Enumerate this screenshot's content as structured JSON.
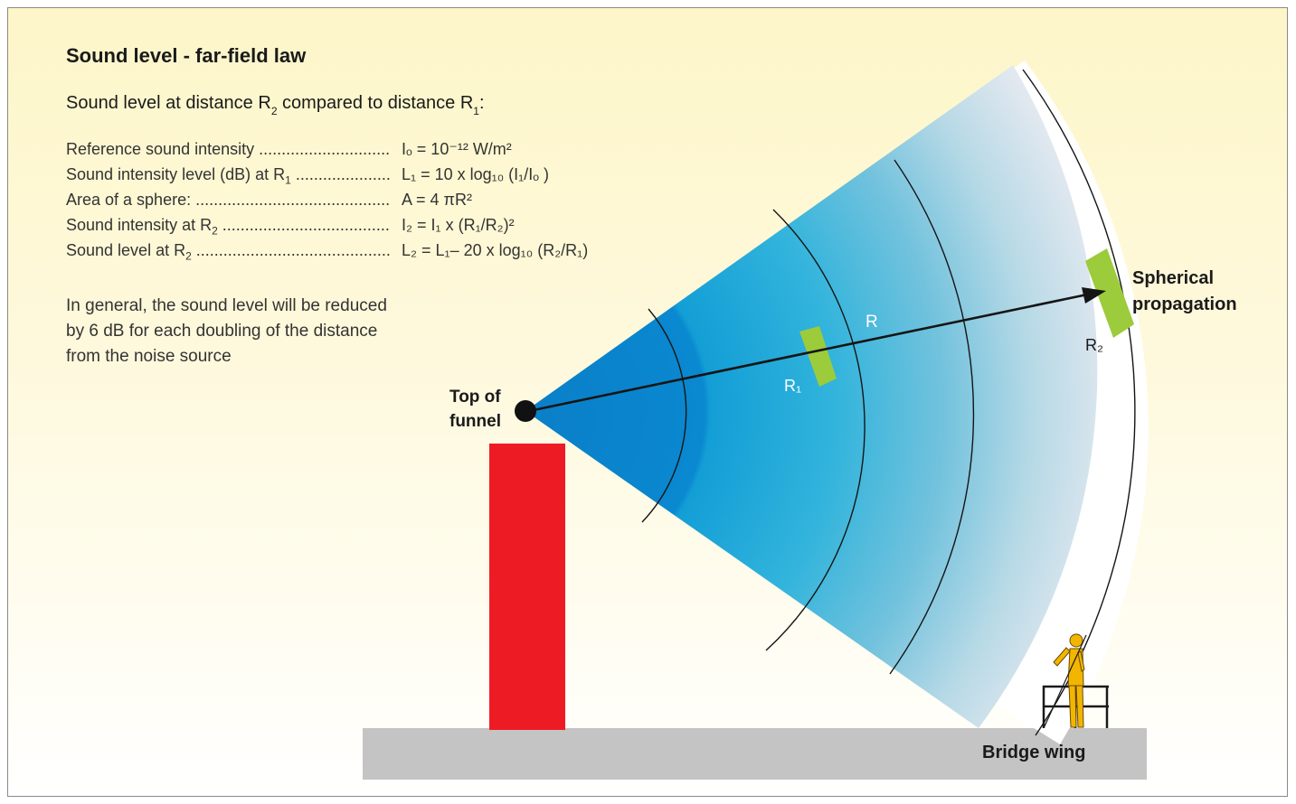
{
  "title": "Sound level - far-field law",
  "subtitle": {
    "prefix": "Sound level at distance R",
    "sub_a": "2",
    "middle": " compared to distance R",
    "sub_b": "1",
    "suffix": ":"
  },
  "formulas": [
    {
      "label": "Reference sound intensity",
      "label_sub": "",
      "equation": "Iₒ = 10⁻¹² W/m²"
    },
    {
      "label": "Sound intensity level (dB) at R",
      "label_sub": "1",
      "equation": "L₁ = 10 x log₁₀ (I₁/Iₒ )"
    },
    {
      "label": "Area of a sphere:",
      "label_sub": "",
      "equation": "A = 4 πR²"
    },
    {
      "label": "Sound intensity at R",
      "label_sub": "2",
      "equation": "I₂ = I₁ x (R₁/R₂)²"
    },
    {
      "label": "Sound level at R",
      "label_sub": "2",
      "equation": "L₂ = L₁– 20 x log₁₀ (R₂/R₁)"
    }
  ],
  "note_lines": [
    "In general, the sound level will be reduced",
    "by 6 dB for each doubling of the distance",
    "from the noise source"
  ],
  "diagram": {
    "source_label": [
      "Top of",
      "funnel"
    ],
    "radius_label": "R",
    "r1_label": "R₁",
    "r2_label": "R₂",
    "propagation_label": [
      "Spherical",
      "propagation"
    ],
    "deck_label": "Bridge wing"
  },
  "colors": {
    "background_top": "#fdf6c9",
    "funnel": "#ed1c24",
    "beam_inner": "#0a86cf",
    "beam_outer": "#e2e7ee",
    "surface_patch": "#9ccb3b",
    "deck": "#c4c4c4",
    "figure": "#f2b600"
  }
}
